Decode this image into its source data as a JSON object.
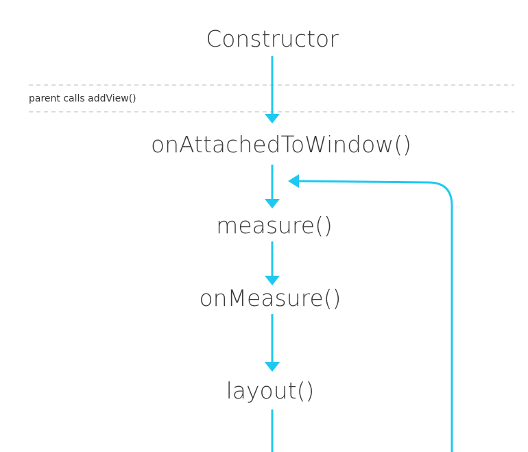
{
  "colors": {
    "flow": "#1ec8f0",
    "text": "#3a3a3a",
    "divider": "#c8c8c8"
  },
  "note": "parent calls addView()",
  "nodes": {
    "constructor": "Constructor",
    "on_attached": "onAttachedToWindow()",
    "measure": "measure()",
    "on_measure": "onMeasure()",
    "layout": "layout()"
  }
}
